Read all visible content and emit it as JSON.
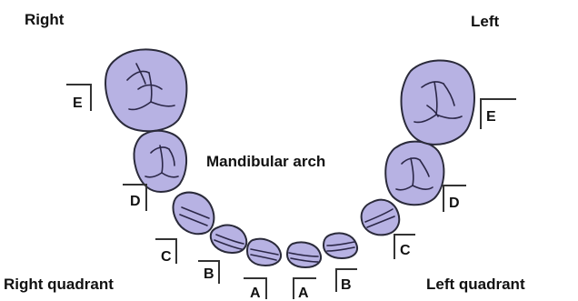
{
  "labels": {
    "right": "Right",
    "left": "Left",
    "arch": "Mandibular arch",
    "right_quadrant": "Right quadrant",
    "left_quadrant": "Left quadrant"
  },
  "teeth": {
    "right": [
      "E",
      "D",
      "C",
      "B",
      "A"
    ],
    "left": [
      "A",
      "B",
      "C",
      "D",
      "E"
    ]
  },
  "colors": {
    "tooth_fill": "#b7b2e3",
    "tooth_outline": "#2a2a3a",
    "groove": "#2b2747"
  }
}
